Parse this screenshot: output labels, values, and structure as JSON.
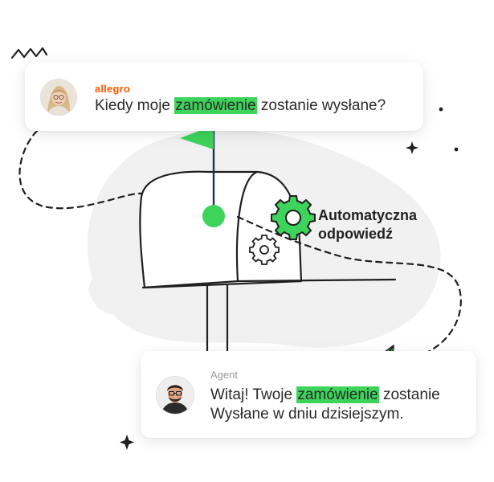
{
  "colors": {
    "accent_green": "#3ed35b",
    "ink": "#1f1f1f",
    "brand_orange": "#ff5a00"
  },
  "customer_message": {
    "sender": "allegro",
    "text_before": "Kiedy moje ",
    "highlight": "zamówienie",
    "text_after": " zostanie wysłane?"
  },
  "automation_label": {
    "line1": "Automatyczna",
    "line2": "odpowiedź"
  },
  "agent_message": {
    "sender": "Agent",
    "line1_before": "Witaj! Twoje ",
    "highlight": "zamówienie",
    "line1_after": " zostanie",
    "line2": "Wysłane w dniu dzisiejszym."
  },
  "icons": [
    "mailbox-icon",
    "flag-icon",
    "gear-icon",
    "paper-plane-icon",
    "sparkle-icon",
    "zigzag-icon"
  ]
}
